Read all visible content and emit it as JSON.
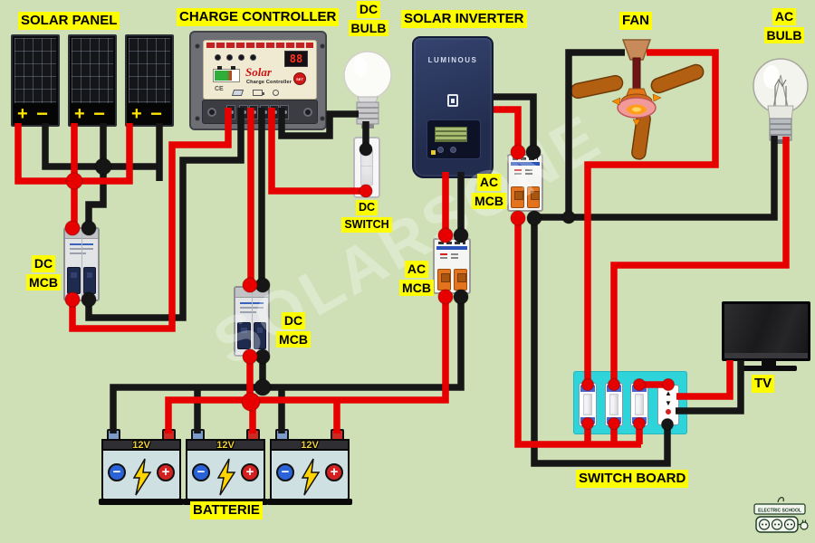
{
  "watermark": "SOLARSONE",
  "colors": {
    "background": "#cfe0b6",
    "wire_red": "#e60000",
    "wire_black": "#161616",
    "label_bg": "#fdfd00",
    "switch_board_teal": "#2fd3da"
  },
  "labels": {
    "solar_panel": "SOLAR PANEL",
    "charge_controller": "CHARGE CONTROLLER",
    "dc_bulb": [
      "DC",
      "BULB"
    ],
    "solar_inverter": "SOLAR INVERTER",
    "fan": "FAN",
    "ac_bulb": [
      "AC",
      "BULB"
    ],
    "dc_mcb_solar": [
      "DC",
      "MCB"
    ],
    "dc_mcb_battery": [
      "DC",
      "MCB"
    ],
    "ac_mcb_inverter": [
      "AC",
      "MCB"
    ],
    "ac_mcb_load": [
      "AC",
      "MCB"
    ],
    "dc_switch": [
      "DC",
      "SWITCH"
    ],
    "batterie": "BATTERIE",
    "switch_board": "SWITCH BOARD",
    "tv": "TV"
  },
  "solar_panels": {
    "plus": "+",
    "minus": "−"
  },
  "charge_controller": {
    "brand": "Solar",
    "subtitle": "Charge Controller",
    "set_button": "SET",
    "display_value": "88",
    "ce_mark": "CE"
  },
  "inverter": {
    "brand": "LUMINOUS"
  },
  "batteries": [
    {
      "voltage": "12V",
      "plus": "+",
      "minus": "−"
    },
    {
      "voltage": "12V",
      "plus": "+",
      "minus": "−"
    },
    {
      "voltage": "12V",
      "plus": "+",
      "minus": "−"
    }
  ],
  "logo": {
    "text": "ELECTRIC SCHOOL"
  }
}
